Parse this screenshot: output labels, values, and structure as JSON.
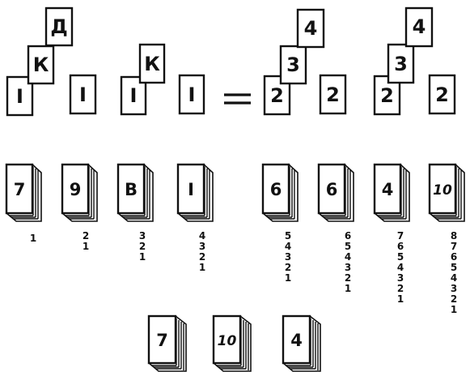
{
  "top_row": {
    "groups": [
      {
        "cards": [
          {
            "label": "Д",
            "role": "top"
          },
          {
            "label": "К",
            "role": "middle"
          },
          {
            "label": "I",
            "role": "bottom-left"
          },
          {
            "label": "I",
            "role": "bottom-right"
          }
        ]
      },
      {
        "cards": [
          {
            "label": "К",
            "role": "middle"
          },
          {
            "label": "I",
            "role": "bottom-left"
          },
          {
            "label": "I",
            "role": "bottom-right"
          }
        ]
      },
      {
        "cards": [
          {
            "label": "4",
            "role": "top"
          },
          {
            "label": "3",
            "role": "middle"
          },
          {
            "label": "2",
            "role": "bottom-left"
          },
          {
            "label": "2",
            "role": "bottom-right"
          }
        ]
      },
      {
        "cards": [
          {
            "label": "4",
            "role": "top"
          },
          {
            "label": "3",
            "role": "middle"
          },
          {
            "label": "2",
            "role": "bottom-left"
          },
          {
            "label": "2",
            "role": "bottom-right"
          }
        ]
      }
    ],
    "equals_sign": "="
  },
  "middle_row": {
    "decks": [
      {
        "label": "7",
        "counts": [
          "1"
        ]
      },
      {
        "label": "9",
        "counts": [
          "2",
          "1"
        ]
      },
      {
        "label": "В",
        "counts": [
          "3",
          "2",
          "1"
        ]
      },
      {
        "label": "I",
        "counts": [
          "4",
          "3",
          "2",
          "1"
        ]
      },
      {
        "label": "6",
        "counts": [
          "5",
          "4",
          "3",
          "2",
          "1"
        ]
      },
      {
        "label": "6",
        "counts": [
          "6",
          "5",
          "4",
          "3",
          "2",
          "1"
        ]
      },
      {
        "label": "4",
        "counts": [
          "7",
          "6",
          "5",
          "4",
          "3",
          "2",
          "1"
        ]
      },
      {
        "label": "10",
        "counts": [
          "8",
          "7",
          "6",
          "5",
          "4",
          "3",
          "2",
          "1"
        ]
      }
    ]
  },
  "bottom_row": {
    "decks": [
      {
        "label": "7"
      },
      {
        "label": "10"
      },
      {
        "label": "4"
      }
    ]
  }
}
